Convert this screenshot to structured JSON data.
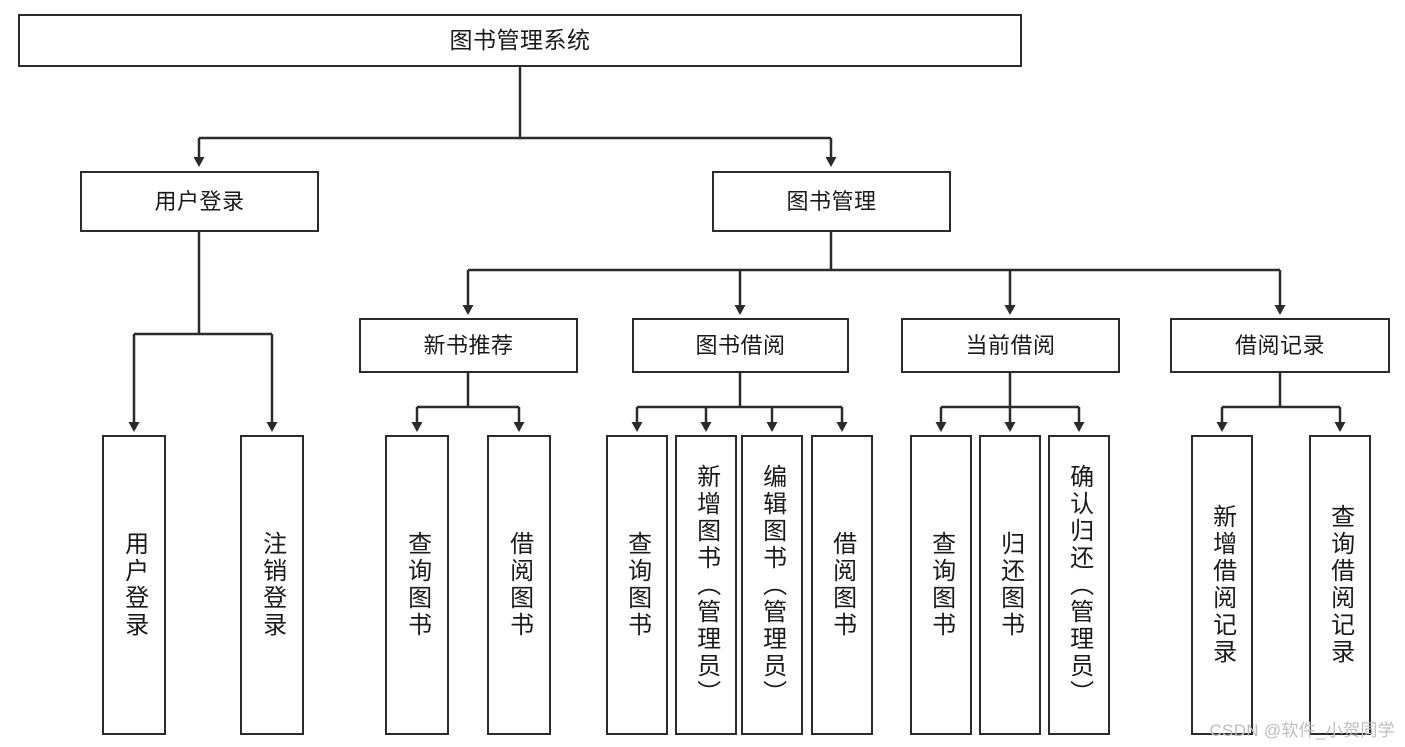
{
  "diagram": {
    "title": "图书管理系统",
    "type": "hierarchy-tree",
    "watermark": "CSDN @软件_小贺同学",
    "colors": {
      "stroke": "#2b2b2b",
      "fill": "#ffffff",
      "text": "#1a1a1a",
      "watermark": "#bdbdbd"
    },
    "levels": {
      "level1": [
        {
          "id": "root",
          "label": "图书管理系统",
          "orientation": "horizontal"
        }
      ],
      "level2": [
        {
          "id": "user-login",
          "label": "用户登录",
          "orientation": "horizontal"
        },
        {
          "id": "book-manage",
          "label": "图书管理",
          "orientation": "horizontal"
        }
      ],
      "level3": [
        {
          "id": "new-book-rec",
          "label": "新书推荐",
          "orientation": "horizontal",
          "parent": "book-manage"
        },
        {
          "id": "book-borrow",
          "label": "图书借阅",
          "orientation": "horizontal",
          "parent": "book-manage"
        },
        {
          "id": "current-borrow",
          "label": "当前借阅",
          "orientation": "horizontal",
          "parent": "book-manage"
        },
        {
          "id": "borrow-record",
          "label": "借阅记录",
          "orientation": "horizontal",
          "parent": "book-manage"
        }
      ],
      "level4": [
        {
          "id": "leaf-user-login",
          "label": "用户登录",
          "orientation": "vertical",
          "parent": "user-login"
        },
        {
          "id": "leaf-logout",
          "label": "注销登录",
          "orientation": "vertical",
          "parent": "user-login"
        },
        {
          "id": "leaf-query-book-1",
          "label": "查询图书",
          "orientation": "vertical",
          "parent": "new-book-rec"
        },
        {
          "id": "leaf-borrow-book-1",
          "label": "借阅图书",
          "orientation": "vertical",
          "parent": "new-book-rec"
        },
        {
          "id": "leaf-query-book-2",
          "label": "查询图书",
          "orientation": "vertical",
          "parent": "book-borrow"
        },
        {
          "id": "leaf-add-book",
          "label": "新增图书（管理员）",
          "orientation": "vertical",
          "parent": "book-borrow"
        },
        {
          "id": "leaf-edit-book",
          "label": "编辑图书（管理员）",
          "orientation": "vertical",
          "parent": "book-borrow"
        },
        {
          "id": "leaf-borrow-book-2",
          "label": "借阅图书",
          "orientation": "vertical",
          "parent": "book-borrow"
        },
        {
          "id": "leaf-query-book-3",
          "label": "查询图书",
          "orientation": "vertical",
          "parent": "current-borrow"
        },
        {
          "id": "leaf-return-book",
          "label": "归还图书",
          "orientation": "vertical",
          "parent": "current-borrow"
        },
        {
          "id": "leaf-confirm-return",
          "label": "确认归还（管理员）",
          "orientation": "vertical",
          "parent": "current-borrow"
        },
        {
          "id": "leaf-add-record",
          "label": "新增借阅记录",
          "orientation": "vertical",
          "parent": "borrow-record"
        },
        {
          "id": "leaf-query-record",
          "label": "查询借阅记录",
          "orientation": "vertical",
          "parent": "borrow-record"
        }
      ]
    }
  }
}
